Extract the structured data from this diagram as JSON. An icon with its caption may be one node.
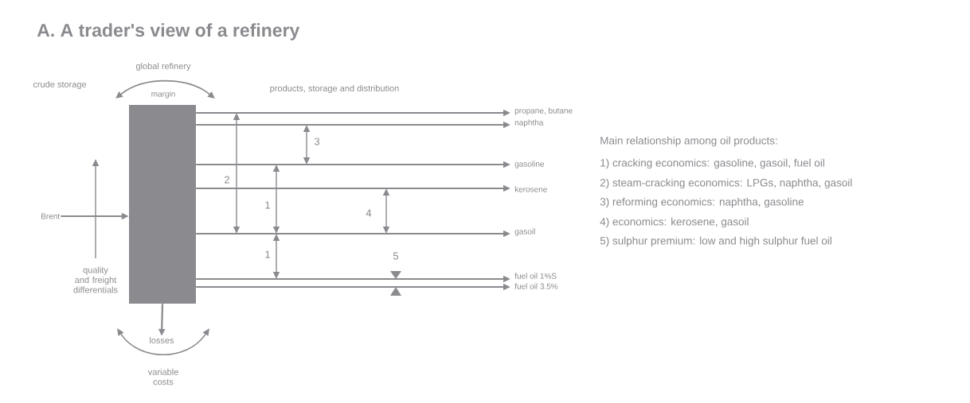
{
  "diagram": {
    "title": "A. A trader's view of a refinery",
    "nodes": [
      {
        "text": [],
        "shape": "box"
      },
      {
        "text": [
          "propane, butane"
        ]
      },
      {
        "text": [
          "naphtha"
        ]
      },
      {
        "text": [
          "gasoline"
        ]
      },
      {
        "text": [
          "kerosene"
        ]
      },
      {
        "text": [
          "gasoil"
        ]
      },
      {
        "text": [
          "fuel oil 1%S"
        ]
      },
      {
        "text": [
          "fuel oil 3.5%"
        ]
      },
      {
        "text": [
          "Brent"
        ]
      },
      {
        "text": [
          "losses"
        ]
      }
    ],
    "edges": [
      {
        "from": 0,
        "to": 1,
        "arrow": "to"
      },
      {
        "from": 0,
        "to": 2,
        "arrow": "to"
      },
      {
        "from": 0,
        "to": 3,
        "arrow": "to"
      },
      {
        "from": 0,
        "to": 4,
        "arrow": "to"
      },
      {
        "from": 0,
        "to": 5,
        "arrow": "to"
      },
      {
        "from": 0,
        "to": 6,
        "arrow": "to"
      },
      {
        "from": 0,
        "to": 7,
        "arrow": "to"
      },
      {
        "from": 8,
        "to": 0,
        "arrow": "to"
      },
      {
        "from": 0,
        "to": 9,
        "arrow": "to"
      }
    ],
    "labels": [
      "global refinery",
      "crude storage",
      "margin",
      "products, storage and distribution",
      "3",
      "2",
      "1",
      "4",
      "1",
      "5",
      "quality and freight differentials",
      "variable costs",
      "Main relationship among oil products:",
      "1) cracking economics: gasoline, gasoil, fuel oil",
      "2) steam-cracking economics: LPGs, naphtha, gasoil",
      "3) reforming economics: naphtha, gasoline",
      "4) economics: kerosene, gasoil",
      "5) sulphur premium: low and high sulphur fuel oil"
    ]
  }
}
